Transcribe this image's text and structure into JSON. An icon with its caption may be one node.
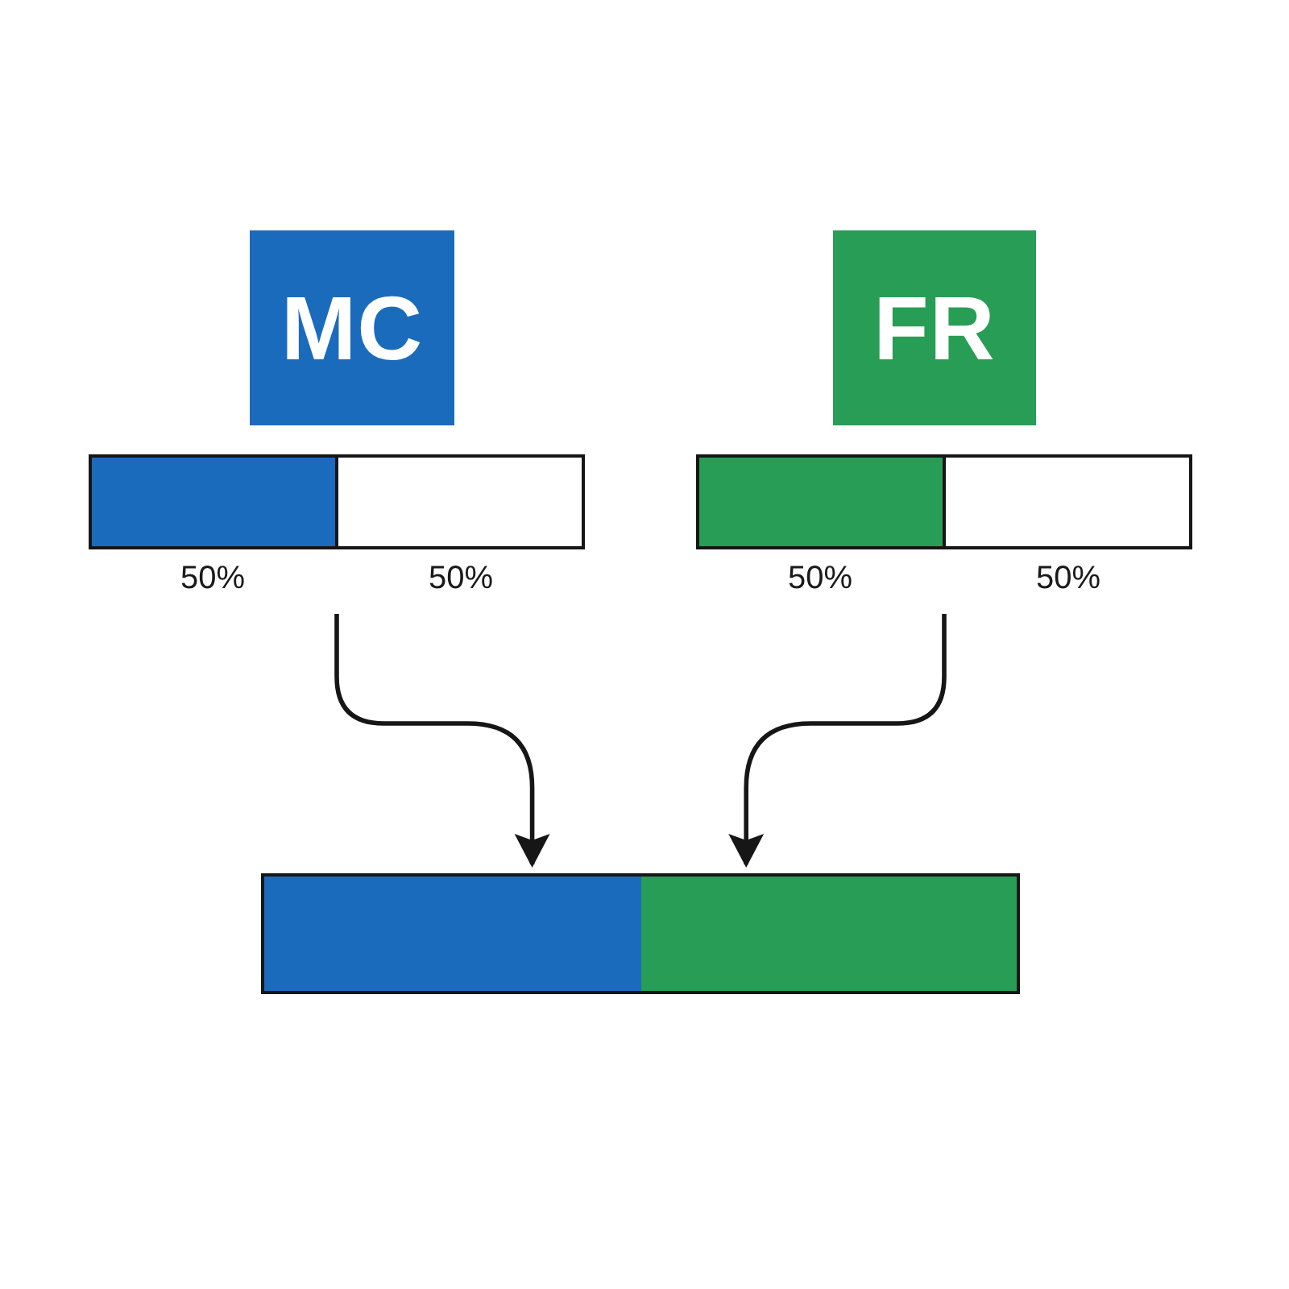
{
  "diagram": {
    "nodes": [
      {
        "text": [
          "MC"
        ]
      },
      {
        "text": [
          "FR"
        ]
      },
      {
        "text": [],
        "shape": "bar",
        "beside": [
          "50%",
          "50%"
        ]
      },
      {
        "text": [],
        "shape": "box",
        "in": 2
      },
      {
        "text": [],
        "shape": "box",
        "in": 2
      },
      {
        "text": [],
        "shape": "bar",
        "beside": [
          "50%",
          "50%"
        ]
      },
      {
        "text": [],
        "shape": "box",
        "in": 5
      },
      {
        "text": [],
        "shape": "box",
        "in": 5
      },
      {
        "text": [],
        "shape": "bar"
      },
      {
        "text": [],
        "shape": "box",
        "in": 8
      },
      {
        "text": [],
        "shape": "box",
        "in": 8
      }
    ],
    "edges": [
      {
        "from": 2,
        "to": 9,
        "arrow": "to"
      },
      {
        "from": 5,
        "to": 10,
        "arrow": "to"
      }
    ]
  }
}
